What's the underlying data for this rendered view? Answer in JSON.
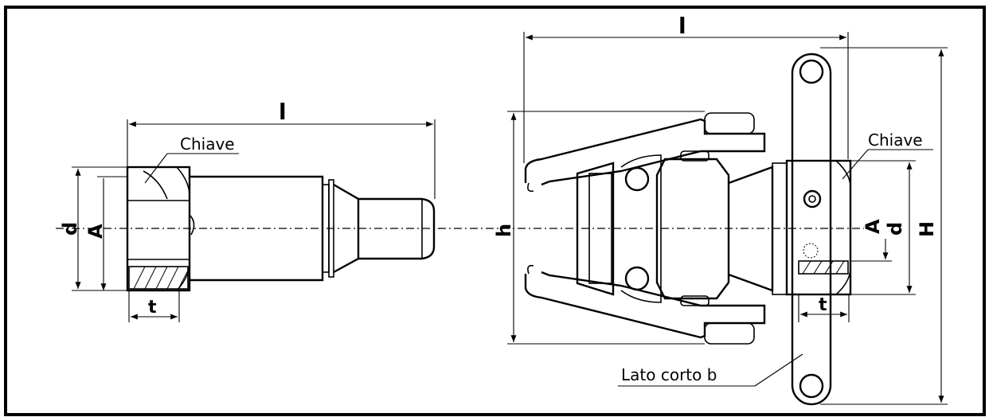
{
  "left_part": {
    "label_l": "l",
    "label_key": "Chiave",
    "label_d": "d",
    "label_A": "A",
    "label_t": "t"
  },
  "right_part": {
    "label_l": "l",
    "label_key": "Chiave",
    "label_h": "h",
    "label_A": "A",
    "label_d": "d",
    "label_H": "H",
    "label_t": "t",
    "label_short_side": "Lato corto b"
  }
}
